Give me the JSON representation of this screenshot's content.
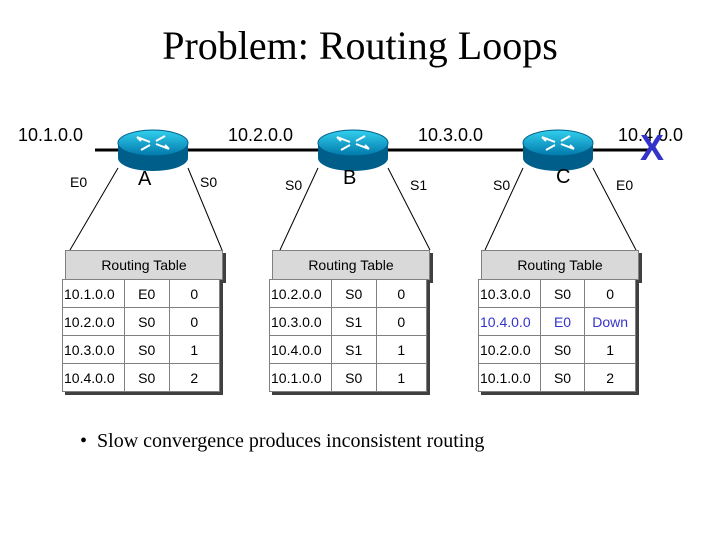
{
  "title": "Problem: Routing Loops",
  "networks": [
    "10.1.0.0",
    "10.2.0.0",
    "10.3.0.0",
    "10.4.0.0"
  ],
  "routers": {
    "A": {
      "name": "A",
      "ports": [
        "E0",
        "S0"
      ]
    },
    "B": {
      "name": "B",
      "ports": [
        "S0",
        "S1"
      ]
    },
    "C": {
      "name": "C",
      "ports": [
        "S0",
        "E0"
      ]
    }
  },
  "failed_link_mark": "X",
  "routing_table_label": "Routing Table",
  "tables": {
    "A": [
      [
        "10.1.0.0",
        "E0",
        "0"
      ],
      [
        "10.2.0.0",
        "S0",
        "0"
      ],
      [
        "10.3.0.0",
        "S0",
        "1"
      ],
      [
        "10.4.0.0",
        "S0",
        "2"
      ]
    ],
    "B": [
      [
        "10.2.0.0",
        "S0",
        "0"
      ],
      [
        "10.3.0.0",
        "S1",
        "0"
      ],
      [
        "10.4.0.0",
        "S1",
        "1"
      ],
      [
        "10.1.0.0",
        "S0",
        "1"
      ]
    ],
    "C": [
      [
        "10.3.0.0",
        "S0",
        "0"
      ],
      [
        "10.4.0.0",
        "E0",
        "Down"
      ],
      [
        "10.2.0.0",
        "S0",
        "1"
      ],
      [
        "10.1.0.0",
        "S0",
        "2"
      ]
    ]
  },
  "highlight_color": "#3333cc",
  "bullet": "Slow convergence produces inconsistent routing"
}
